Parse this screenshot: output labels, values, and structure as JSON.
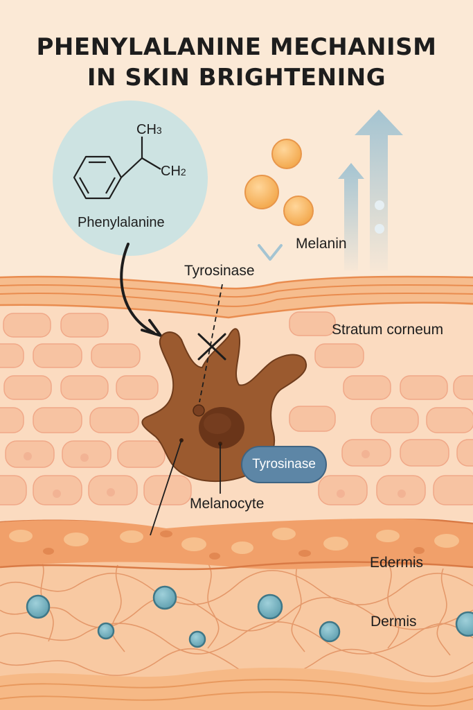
{
  "title": {
    "line1": "PHENYLALANINE MECHANISM",
    "line2": "IN SKIN BRIGHTENING"
  },
  "molecule": {
    "name": "Phenylalanine",
    "group_top": "CH",
    "group_top_sub": "3",
    "group_right": "CH",
    "group_right_sub": "2"
  },
  "labels": {
    "melanin": "Melanin",
    "tyrosinase_top": "Tyrosinase",
    "tyrosinase_pill": "Tyrosinase",
    "stratum_corneum": "Stratum corneum",
    "melanocyte": "Melanocyte",
    "epidermis": "Edermis",
    "dermis": "Dermis"
  },
  "colors": {
    "background": "#fbe9d6",
    "molecule_circle": "#cfe4e3",
    "melanocyte": "#9a5a31",
    "melanin_granule": "#f6b560",
    "enzyme": "#5d86a6",
    "arrow": "#a9c6d3"
  }
}
